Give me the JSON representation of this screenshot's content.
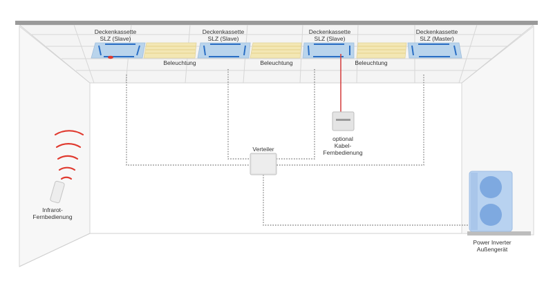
{
  "cassettes": [
    {
      "name": "Deckenkassette",
      "type": "SLZ (Slave)"
    },
    {
      "name": "Deckenkassette",
      "type": "SLZ (Slave)"
    },
    {
      "name": "Deckenkassette",
      "type": "SLZ (Slave)"
    },
    {
      "name": "Deckenkassette",
      "type": "SLZ (Master)"
    }
  ],
  "lighting": [
    "Beleuchtung",
    "Beleuchtung",
    "Beleuchtung"
  ],
  "distributor": "Verteiler",
  "cable_remote": {
    "line1": "optional",
    "line2": "Kabel-",
    "line3": "Fernbedienung"
  },
  "ir_remote": {
    "line1": "Infrarot-",
    "line2": "Fernbedienung"
  },
  "outdoor_unit": {
    "line1": "Power Inverter",
    "line2": "Außengerät"
  },
  "colors": {
    "cassette_panel": "#b9d4ec",
    "cassette_slot": "#2a6ec4",
    "lighting_panel": "#f3e7b4",
    "control_cable": "#d64545",
    "signal_wire": "#8a8a8a",
    "ir_waves": "#e03a2f",
    "outdoor_unit_body": "#b8d2f0",
    "outdoor_unit_fan": "#7ea9e0"
  },
  "icons": {
    "ir_remote": "infrared-remote-icon",
    "cable_remote": "wired-remote-icon",
    "distributor": "junction-box-icon",
    "outdoor_unit": "outdoor-unit-icon"
  }
}
